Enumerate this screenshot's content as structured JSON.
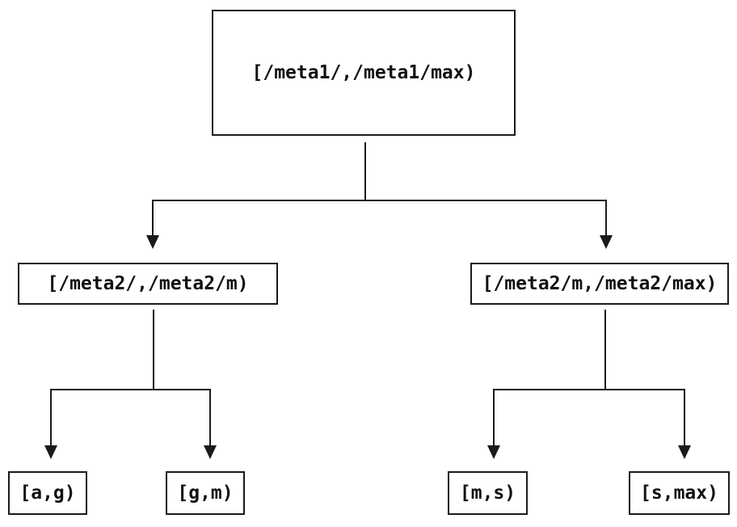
{
  "diagram": {
    "type": "tree",
    "root": {
      "label": "[/meta1/,/meta1/max)"
    },
    "level2": [
      {
        "label": "[/meta2/,/meta2/m)"
      },
      {
        "label": "[/meta2/m,/meta2/max)"
      }
    ],
    "level3": [
      {
        "label": "[a,g)"
      },
      {
        "label": "[g,m)"
      },
      {
        "label": "[m,s)"
      },
      {
        "label": "[s,max)"
      }
    ],
    "edges": [
      {
        "from": "root",
        "to": "level2.0"
      },
      {
        "from": "root",
        "to": "level2.1"
      },
      {
        "from": "level2.0",
        "to": "level3.0"
      },
      {
        "from": "level2.0",
        "to": "level3.1"
      },
      {
        "from": "level2.1",
        "to": "level3.2"
      },
      {
        "from": "level2.1",
        "to": "level3.3"
      }
    ],
    "colors": {
      "line": "#1a1a1a",
      "box_border": "#1a1a1a",
      "text": "#111111",
      "background": "#ffffff"
    }
  }
}
